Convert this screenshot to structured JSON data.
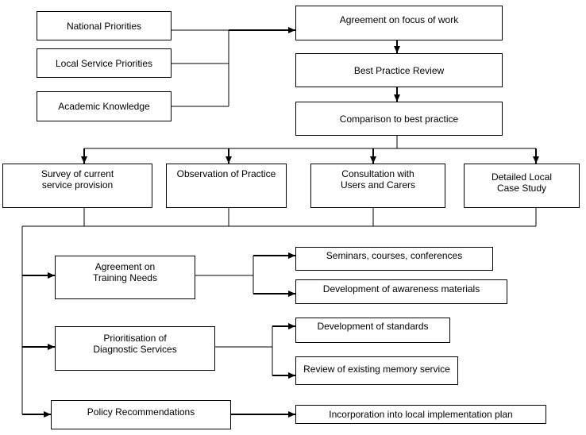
{
  "inputs": {
    "national_priorities": "National Priorities",
    "local_service_priorities": "Local Service Priorities",
    "academic_knowledge": "Academic Knowledge"
  },
  "process": {
    "agreement_focus": "Agreement on focus of work",
    "best_practice_review": "Best Practice Review",
    "comparison": "Comparison to best practice"
  },
  "methods": {
    "survey": "Survey of current\nservice provision",
    "observation": "Observation of Practice",
    "consultation": "Consultation with\nUsers and Carers",
    "case_study": "Detailed Local\nCase Study"
  },
  "outcomes": {
    "training_needs": "Agreement on\nTraining Needs",
    "prioritisation": "Prioritisation of\nDiagnostic Services",
    "policy": "Policy Recommendations"
  },
  "actions": {
    "seminars": "Seminars, courses, conferences",
    "awareness": "Development of awareness materials",
    "standards": "Development of standards",
    "memory_service": "Review of existing memory service",
    "local_plan": "Incorporation into local implementation plan"
  }
}
